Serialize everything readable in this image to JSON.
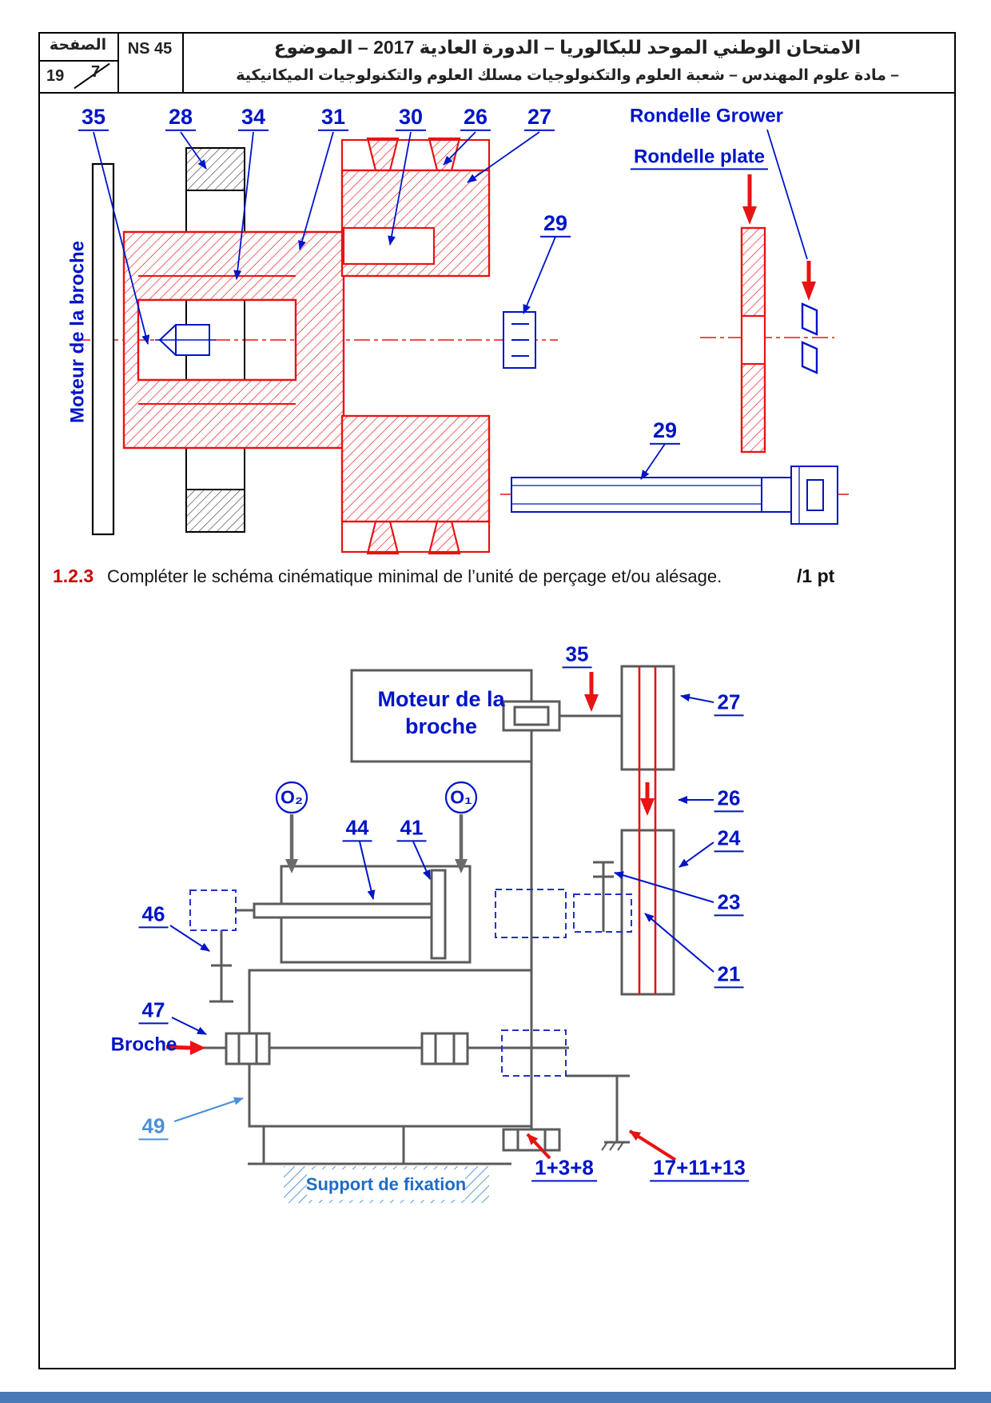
{
  "header": {
    "page_box_label": "الصفحة",
    "pages_total": "19",
    "page_number": "7",
    "ns_code": "NS 45",
    "title_line1": "الامتحان الوطني الموحد للبكالوريا – الدورة العادية 2017 – الموضوع",
    "title_line2": "– مادة علوم المهندس  –  شعبة العلوم والتكنولوجيات مسلك العلوم والتكنولوجيات الميكانيكية"
  },
  "section_view": {
    "motor_label": "Moteur de la broche",
    "labels": {
      "l35": "35",
      "l28": "28",
      "l34": "34",
      "l31": "31",
      "l30": "30",
      "l26": "26",
      "l27": "27",
      "l29": "29",
      "l29_bolt": "29"
    },
    "rondelle_grower": "Rondelle Grower",
    "rondelle_plate": "Rondelle plate"
  },
  "question": {
    "number": "1.2.3",
    "text": "Compléter le schéma cinématique minimal de l’unité de perçage et/ou alésage.",
    "points": "/1 pt"
  },
  "schematic": {
    "motor_box_label": "Moteur de la broche",
    "o2": "O₂",
    "o1": "O₁",
    "labels": {
      "l35": "35",
      "l27": "27",
      "l26": "26",
      "l24": "24",
      "l23": "23",
      "l21": "21",
      "l44": "44",
      "l41": "41",
      "l46": "46",
      "l47": "47",
      "l49": "49",
      "g1": "1+3+8",
      "g2": "17+11+13"
    },
    "broche": "Broche",
    "support": "Support de fixation"
  },
  "colors": {
    "red": "#e81313",
    "blue": "#0014c8",
    "light_blue": "#4a90d9",
    "gray": "#5b5b5b"
  }
}
